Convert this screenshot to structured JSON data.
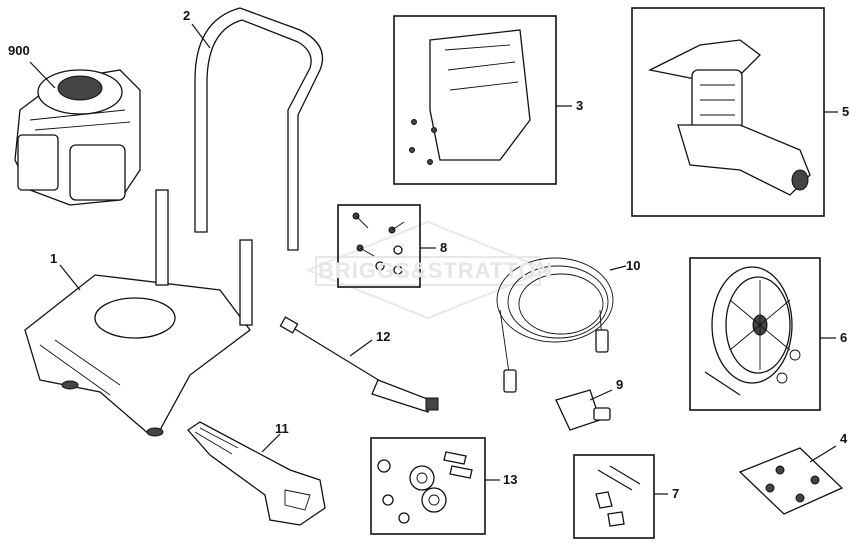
{
  "watermark": "BRIGGS&STRATTON",
  "callouts": [
    {
      "id": "900",
      "label": "900"
    },
    {
      "id": "1",
      "label": "1"
    },
    {
      "id": "2",
      "label": "2"
    },
    {
      "id": "3",
      "label": "3"
    },
    {
      "id": "4",
      "label": "4"
    },
    {
      "id": "5",
      "label": "5"
    },
    {
      "id": "6",
      "label": "6"
    },
    {
      "id": "7",
      "label": "7"
    },
    {
      "id": "8",
      "label": "8"
    },
    {
      "id": "9",
      "label": "9"
    },
    {
      "id": "10",
      "label": "10"
    },
    {
      "id": "11",
      "label": "11"
    },
    {
      "id": "12",
      "label": "12"
    },
    {
      "id": "13",
      "label": "13"
    }
  ]
}
